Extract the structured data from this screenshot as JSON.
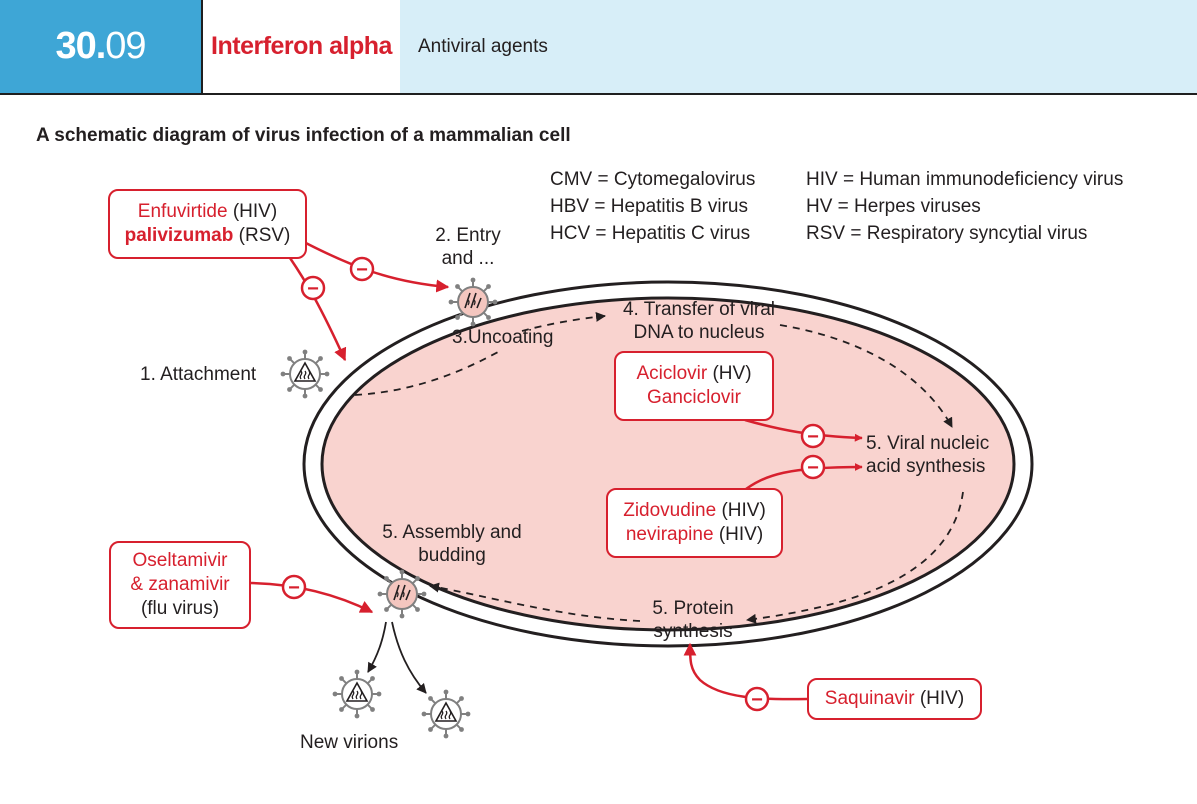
{
  "header": {
    "number_major": "30.",
    "number_minor": "09",
    "title": "Interferon alpha",
    "subtitle": "Antiviral agents"
  },
  "page_title": "A schematic diagram of virus infection of a mammalian cell",
  "legend": {
    "left": [
      "CMV = Cytomegalovirus",
      "HBV = Hepatitis B virus",
      "HCV = Hepatitis C virus"
    ],
    "right": [
      "HIV = Human immunodeficiency virus",
      "HV = Herpes viruses",
      "RSV = Respiratory syncytial virus"
    ]
  },
  "steps": {
    "attachment": "1. Attachment",
    "entry_1": "2. Entry",
    "entry_2": "and ...",
    "uncoating": "3.Uncoating",
    "transfer_1": "4. Transfer of viral",
    "transfer_2": "DNA to nucleus",
    "nucleic_1": "5. Viral nucleic",
    "nucleic_2": "acid synthesis",
    "assembly_1": "5. Assembly and",
    "assembly_2": "budding",
    "protein_1": "5. Protein",
    "protein_2": "synthesis",
    "new_virions": "New virions"
  },
  "drugs": {
    "enfuvirtide": {
      "name": "Enfuvirtide",
      "target": "(HIV)"
    },
    "palivizumab": {
      "name": "palivizumab",
      "target": "(RSV)"
    },
    "aciclovir": {
      "name": "Aciclovir",
      "target": "(HV)"
    },
    "ganciclovir": {
      "name": "Ganciclovir"
    },
    "zidovudine": {
      "name": "Zidovudine",
      "target": "(HIV)"
    },
    "nevirapine": {
      "name": "nevirapine",
      "target": "(HIV)"
    },
    "oseltamivir": {
      "name": "Oseltamivir"
    },
    "zanamivir": {
      "name": "& zanamivir"
    },
    "flu": {
      "target": "(flu virus)"
    },
    "saquinavir": {
      "name": "Saquinavir",
      "target": "(HIV)"
    }
  },
  "inhibit_symbol": "−",
  "colors": {
    "header_blue": "#3ea6d6",
    "header_light_blue": "#d7eef8",
    "drug_red": "#d7202e",
    "cell_fill": "#f9d3cf",
    "virion_fill": "#f4c6bf",
    "text": "#231f20"
  }
}
